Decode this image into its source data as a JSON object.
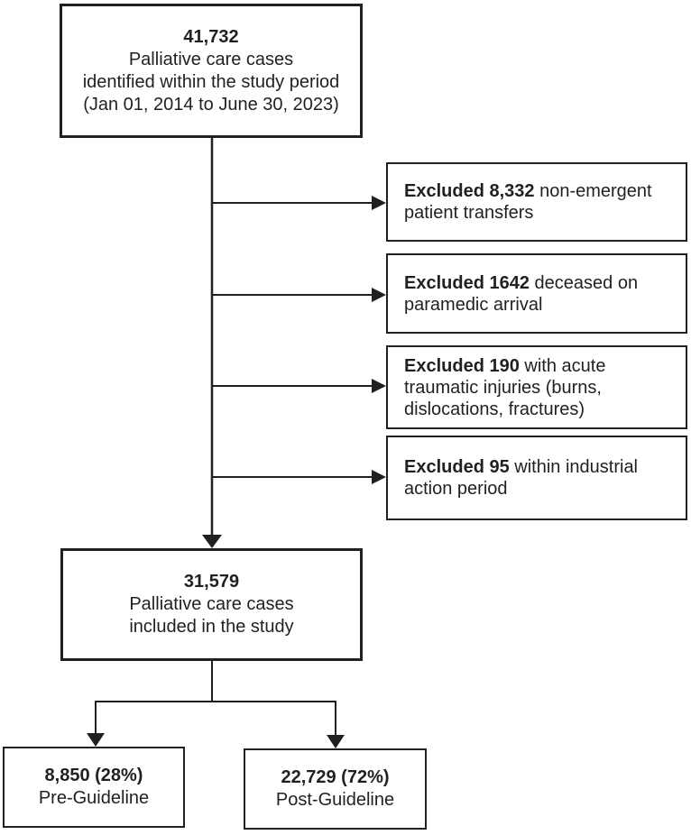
{
  "colors": {
    "line": "#231f20",
    "text": "#231f20",
    "background": "#ffffff"
  },
  "boxes": {
    "identified": {
      "number": "41,732",
      "lines": [
        "Palliative care cases",
        "identified within the study period",
        "(Jan 01, 2014 to June 30, 2023)"
      ]
    },
    "exclusions": [
      {
        "bold": "Excluded 8,332",
        "rest": " non-emergent patient transfers"
      },
      {
        "bold": "Excluded 1642",
        "rest": " deceased on paramedic arrival"
      },
      {
        "bold": "Excluded 190",
        "rest": " with acute traumatic injuries (burns, dislocations, fractures)"
      },
      {
        "bold": "Excluded 95",
        "rest": " within industrial action period"
      }
    ],
    "included": {
      "number": "31,579",
      "lines": [
        "Palliative care cases",
        "included in the study"
      ]
    },
    "pre_guideline": {
      "number": "8,850 (28%)",
      "label": "Pre-Guideline"
    },
    "post_guideline": {
      "number": "22,729 (72%)",
      "label": "Post-Guideline"
    }
  }
}
